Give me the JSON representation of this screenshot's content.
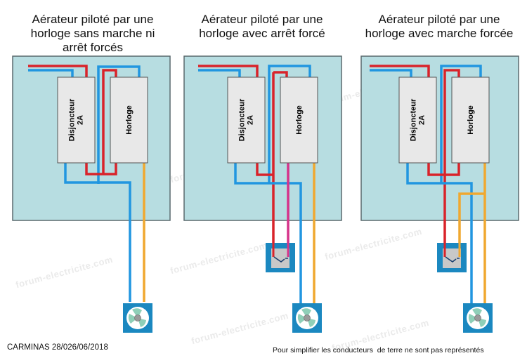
{
  "watermark": "forum-electricite.com",
  "colors": {
    "panel_fill": "#b7dde1",
    "panel_border": "#5a6a6e",
    "module_fill": "#e8e8e8",
    "phase": "#d9232a",
    "neutral": "#2196e0",
    "return": "#f0a830",
    "switch_return": "#d6338a",
    "box_blue": "#1b88c0",
    "fan_blade": "#8fcfb8"
  },
  "diagrams": [
    {
      "title": "Aérateur piloté par une horloge sans marche ni arrêt forcés",
      "title_lines": [
        "Aérateur piloté par une",
        "horloge sans marche ni",
        "arrêt forcés"
      ],
      "breaker_label_line1": "Disjoncteur",
      "breaker_label_line2": "2A",
      "clock_label": "Horloge",
      "has_switch": false
    },
    {
      "title": "Aérateur piloté par une horloge avec arrêt forcé",
      "title_lines": [
        "Aérateur piloté par une",
        "horloge avec arrêt forcé"
      ],
      "breaker_label_line1": "Disjoncteur",
      "breaker_label_line2": "2A",
      "clock_label": "Horloge",
      "has_switch": true
    },
    {
      "title": "Aérateur piloté par une horloge avec marche forcée",
      "title_lines": [
        "Aérateur piloté par une",
        "horloge avec marche forcée"
      ],
      "breaker_label_line1": "Disjoncteur",
      "breaker_label_line2": "2A",
      "clock_label": "Horloge",
      "has_switch": true
    }
  ],
  "footer": {
    "author": "CARMINAS 28/026/06/2018",
    "note": "Pour simplifier les conducteurs  de terre ne sont pas représentés"
  }
}
